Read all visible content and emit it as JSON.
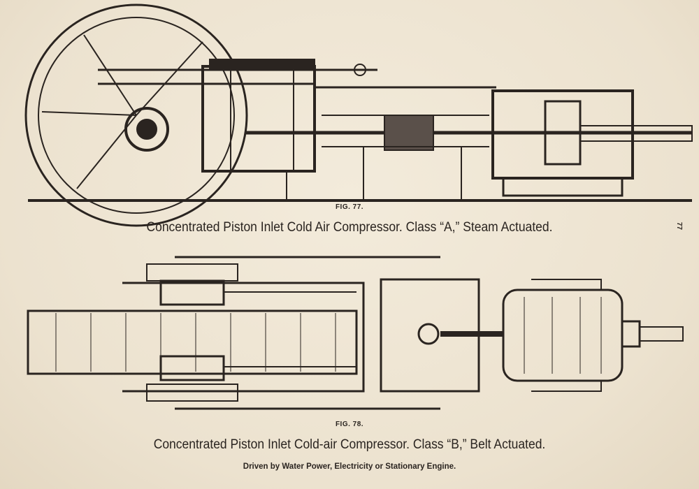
{
  "page_number": "77",
  "figures": [
    {
      "label": "FIG. 77.",
      "caption": "Concentrated Piston Inlet Cold Air Compressor. Class “A,” Steam Actuated."
    },
    {
      "label": "FIG. 78.",
      "caption": "Concentrated Piston Inlet Cold-air Compressor.  Class “B,” Belt Actuated.",
      "subcaption": "Driven by Water Power, Electricity or Stationary Engine."
    }
  ]
}
